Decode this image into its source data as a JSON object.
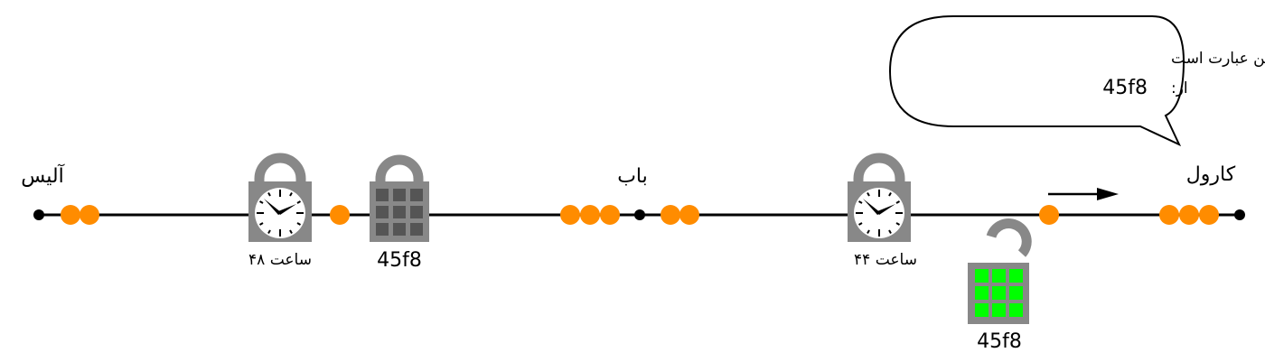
{
  "nodes": {
    "alice": "آلیس",
    "bob": "باب",
    "carol": "کارول"
  },
  "timelock_left": {
    "label": "۴۸ ساعت"
  },
  "hashlock_left": {
    "label": "45f8"
  },
  "timelock_right": {
    "label": "۴۴ ساعت"
  },
  "hashlock_open": {
    "label": "45f8"
  },
  "speech_bubble": {
    "line1": "حاصل هش پسورد من عبارت است",
    "line2_prefix": "از:",
    "line2_value": "45f8"
  },
  "colors": {
    "line": "#000000",
    "coin": "#ff8c00",
    "lock": "#888888",
    "grid_dark": "#555555",
    "grid_green": "#00ff00",
    "clock_face": "#ffffff"
  }
}
